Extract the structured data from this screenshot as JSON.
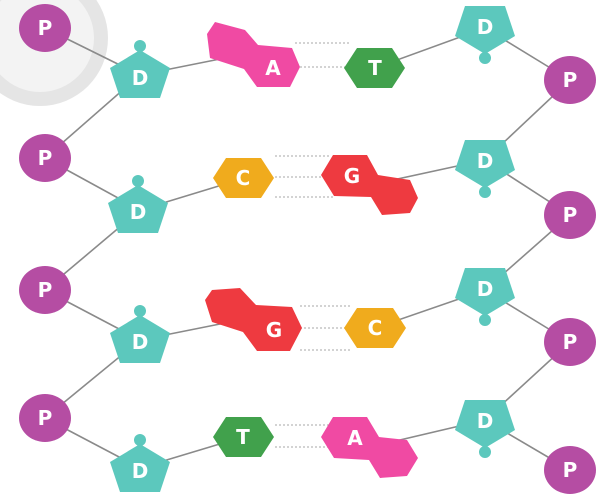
{
  "labels": {
    "phosphate": "P",
    "deoxyribose": "D"
  },
  "base_pairs": [
    {
      "left": "A",
      "right": "T"
    },
    {
      "left": "C",
      "right": "G"
    },
    {
      "left": "G",
      "right": "C"
    },
    {
      "left": "T",
      "right": "A"
    }
  ],
  "colors": {
    "phosphate": "#b54da3",
    "deoxyribose": "#5cc8bd",
    "A": "#f04aa3",
    "T": "#41a14c",
    "C": "#f0ab1d",
    "G": "#ee3a40",
    "backbone": "#8a8a8a"
  }
}
